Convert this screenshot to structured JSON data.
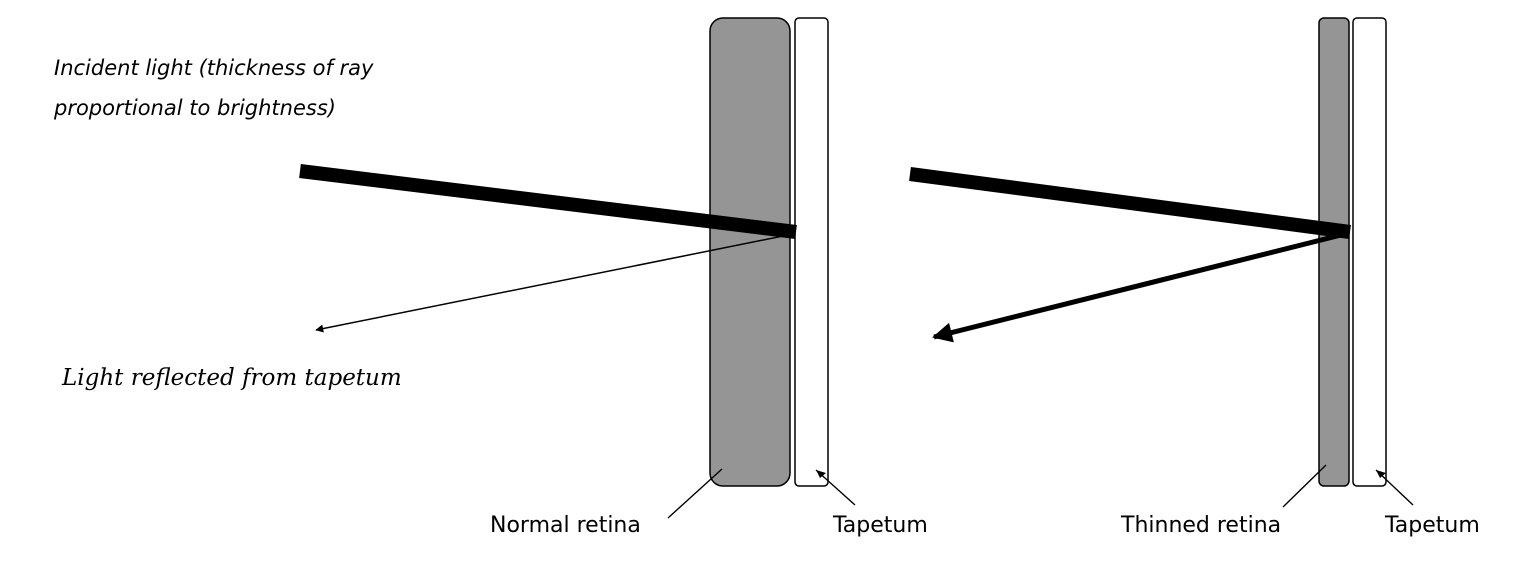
{
  "labels": {
    "incident_line1": "Incident light (thickness of ray",
    "incident_line2": "proportional to brightness)",
    "reflected": "Light reflected from tapetum",
    "normal_retina": "Normal retina",
    "tapetum_left": "Tapetum",
    "thinned_retina": "Thinned retina",
    "tapetum_right": "Tapetum"
  },
  "colors": {
    "retina": "#959595",
    "tapetum": "#ffffff",
    "outline": "#000000",
    "ray": "#000000"
  }
}
